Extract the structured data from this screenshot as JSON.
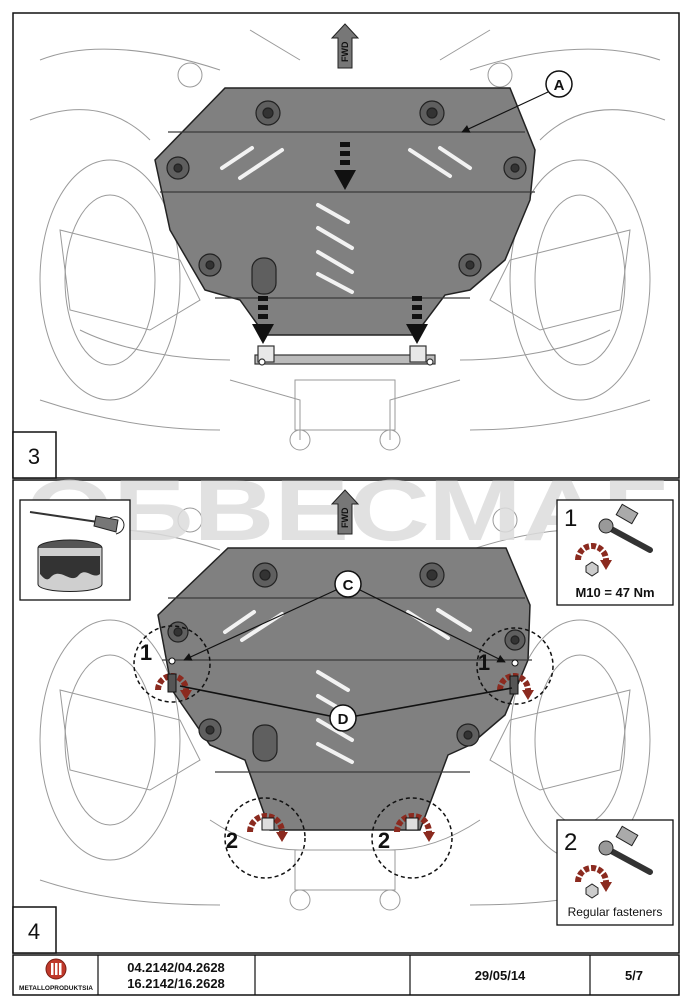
{
  "panel3": {
    "step": "3",
    "callout_a": "A",
    "fwd": "FWD"
  },
  "panel4": {
    "step": "4",
    "fwd": "FWD",
    "callout_c": "C",
    "callout_d": "D",
    "marker_1": "1",
    "marker_2": "2",
    "watermark": "ОБВЕСМАГ"
  },
  "inset1": {
    "number": "1",
    "torque": "M10 = 47 Nm"
  },
  "inset2": {
    "number": "2",
    "caption": "Regular fasteners"
  },
  "footer": {
    "brand": "METALLOPRODUKTSIA",
    "part_line1": "04.2142/04.2628",
    "part_line2": "16.2142/16.2628",
    "date": "29/05/14",
    "page": "5/7"
  },
  "colors": {
    "plate": "#808080",
    "plate_dark": "#5f5f5f",
    "watermark": "#e7c98a",
    "watermark_gray": "#d3d3d3",
    "arrow_red": "#8b2a1f"
  }
}
